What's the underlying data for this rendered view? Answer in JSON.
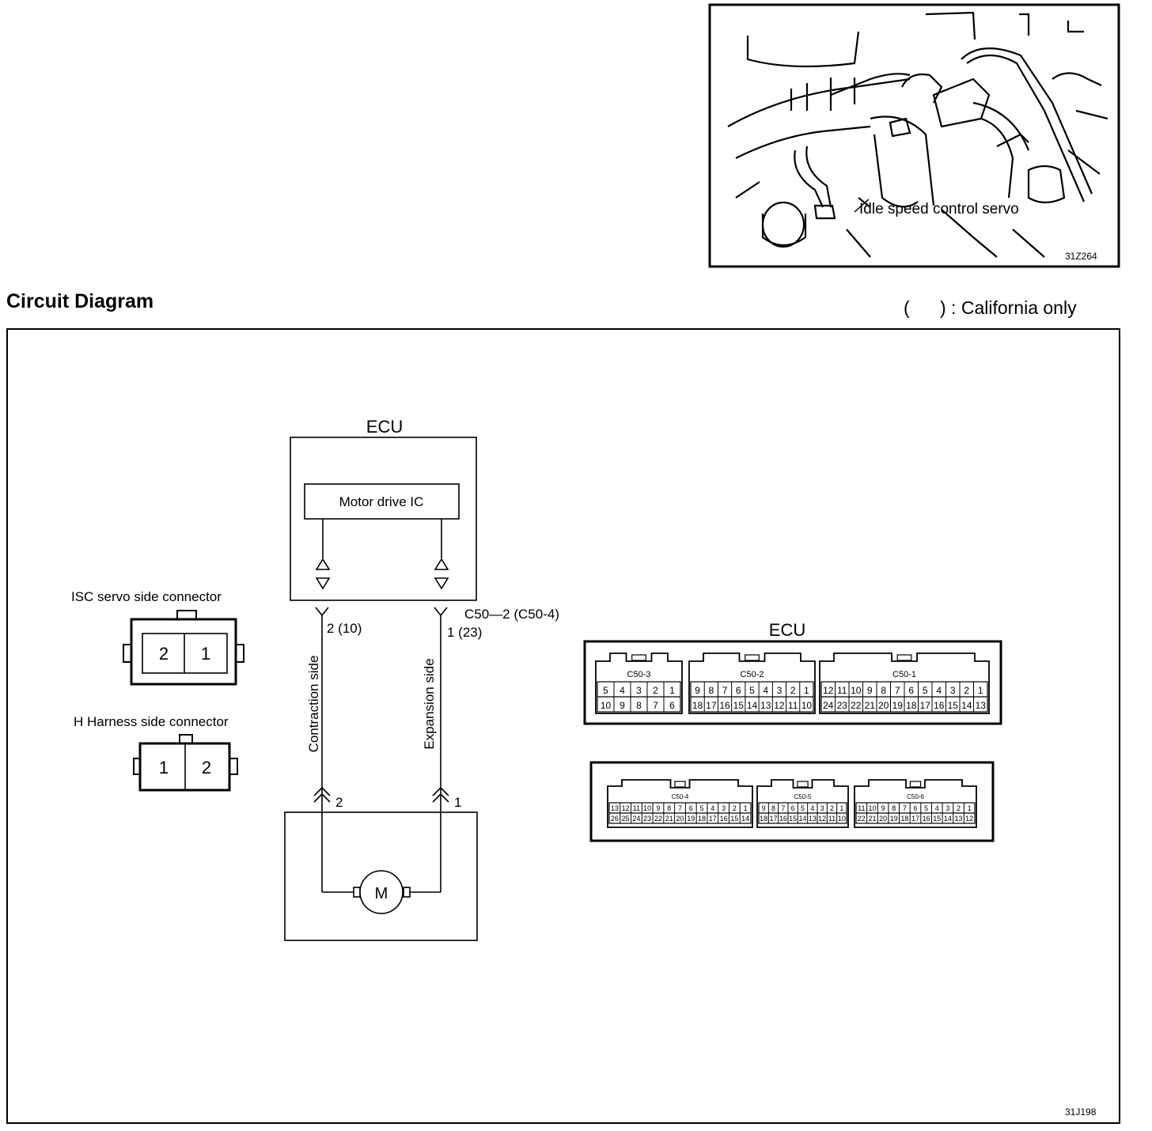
{
  "photo": {
    "callout": "Idle speed control servo",
    "figure_id": "31Z264"
  },
  "header": {
    "title": "Circuit Diagram",
    "note": "(      ) : California only"
  },
  "diagram": {
    "figure_id": "31J198",
    "ecu_label": "ECU",
    "ic_label": "Motor drive IC",
    "isc_connector": {
      "title": "ISC servo side connector",
      "pins": [
        "2",
        "1"
      ]
    },
    "harness_connector": {
      "title": "H  Harness  side connector",
      "pins": [
        "1",
        "2"
      ]
    },
    "wire_left": {
      "label": "Contraction side",
      "ecu_pin": "2 (10)",
      "motor_pin": "2"
    },
    "wire_right": {
      "label": "Expansion side",
      "ecu_pin": "1 (23)",
      "motor_pin": "1",
      "connector_ref": "C50—2 (C50-4)"
    },
    "motor_label": "M",
    "ecu_connectors_label": "ECU",
    "upper_connectors": [
      {
        "name": "C50-3",
        "top": [
          "5",
          "4",
          "3",
          "2",
          "1"
        ],
        "bottom": [
          "10",
          "9",
          "8",
          "7",
          "6"
        ]
      },
      {
        "name": "C50-2",
        "top": [
          "9",
          "8",
          "7",
          "6",
          "5",
          "4",
          "3",
          "2",
          "1"
        ],
        "bottom": [
          "18",
          "17",
          "16",
          "15",
          "14",
          "13",
          "12",
          "11",
          "10"
        ]
      },
      {
        "name": "C50-1",
        "top": [
          "12",
          "11",
          "10",
          "9",
          "8",
          "7",
          "6",
          "5",
          "4",
          "3",
          "2",
          "1"
        ],
        "bottom": [
          "24",
          "23",
          "22",
          "21",
          "20",
          "19",
          "18",
          "17",
          "16",
          "15",
          "14",
          "13"
        ]
      }
    ],
    "lower_connectors": [
      {
        "name": "C50-4",
        "top": [
          "13",
          "12",
          "11",
          "10",
          "9",
          "8",
          "7",
          "6",
          "5",
          "4",
          "3",
          "2",
          "1"
        ],
        "bottom": [
          "26",
          "25",
          "24",
          "23",
          "22",
          "21",
          "20",
          "19",
          "18",
          "17",
          "16",
          "15",
          "14"
        ]
      },
      {
        "name": "C50-5",
        "top": [
          "9",
          "8",
          "7",
          "6",
          "5",
          "4",
          "3",
          "2",
          "1"
        ],
        "bottom": [
          "18",
          "17",
          "16",
          "15",
          "14",
          "13",
          "12",
          "11",
          "10"
        ]
      },
      {
        "name": "C50-6",
        "top": [
          "11",
          "10",
          "9",
          "8",
          "7",
          "6",
          "5",
          "4",
          "3",
          "2",
          "1"
        ],
        "bottom": [
          "22",
          "21",
          "20",
          "19",
          "18",
          "17",
          "16",
          "15",
          "14",
          "13",
          "12"
        ]
      }
    ]
  }
}
